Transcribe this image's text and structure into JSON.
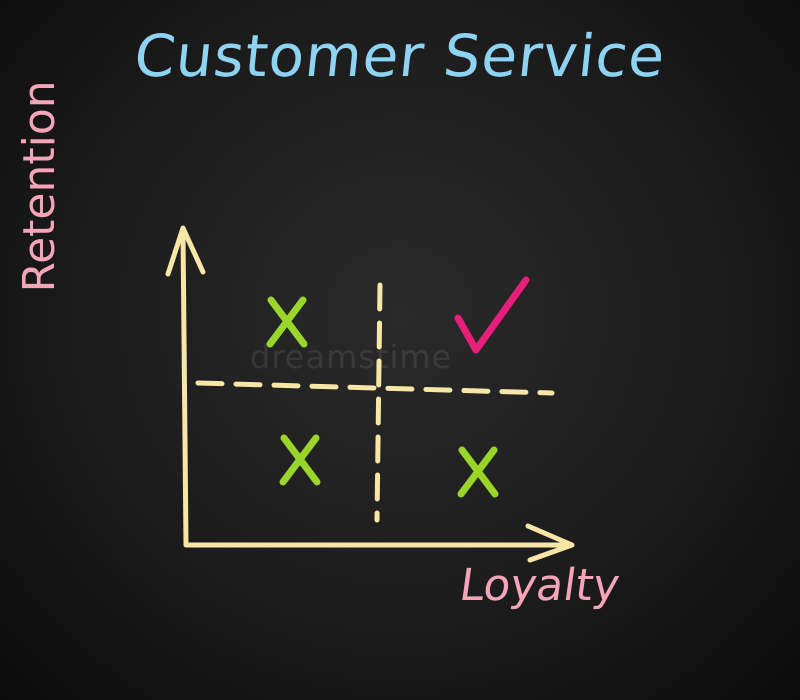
{
  "title": "Customer Service",
  "axes": {
    "y_label": "Retention",
    "x_label": "Loyalty"
  },
  "watermark": "dreamstime",
  "quadrants": [
    {
      "position": "top-left",
      "mark": "X",
      "mark_type": "cross"
    },
    {
      "position": "top-right",
      "mark": "✓",
      "mark_type": "check"
    },
    {
      "position": "bottom-left",
      "mark": "X",
      "mark_type": "cross"
    },
    {
      "position": "bottom-right",
      "mark": "X",
      "mark_type": "cross"
    }
  ],
  "colors": {
    "background": "#1c1c1c",
    "title": "#8ed4f2",
    "labels": "#f5a5b8",
    "axes": "#f8e6a6",
    "cross": "#9ad52a",
    "check": "#e81f7a"
  }
}
